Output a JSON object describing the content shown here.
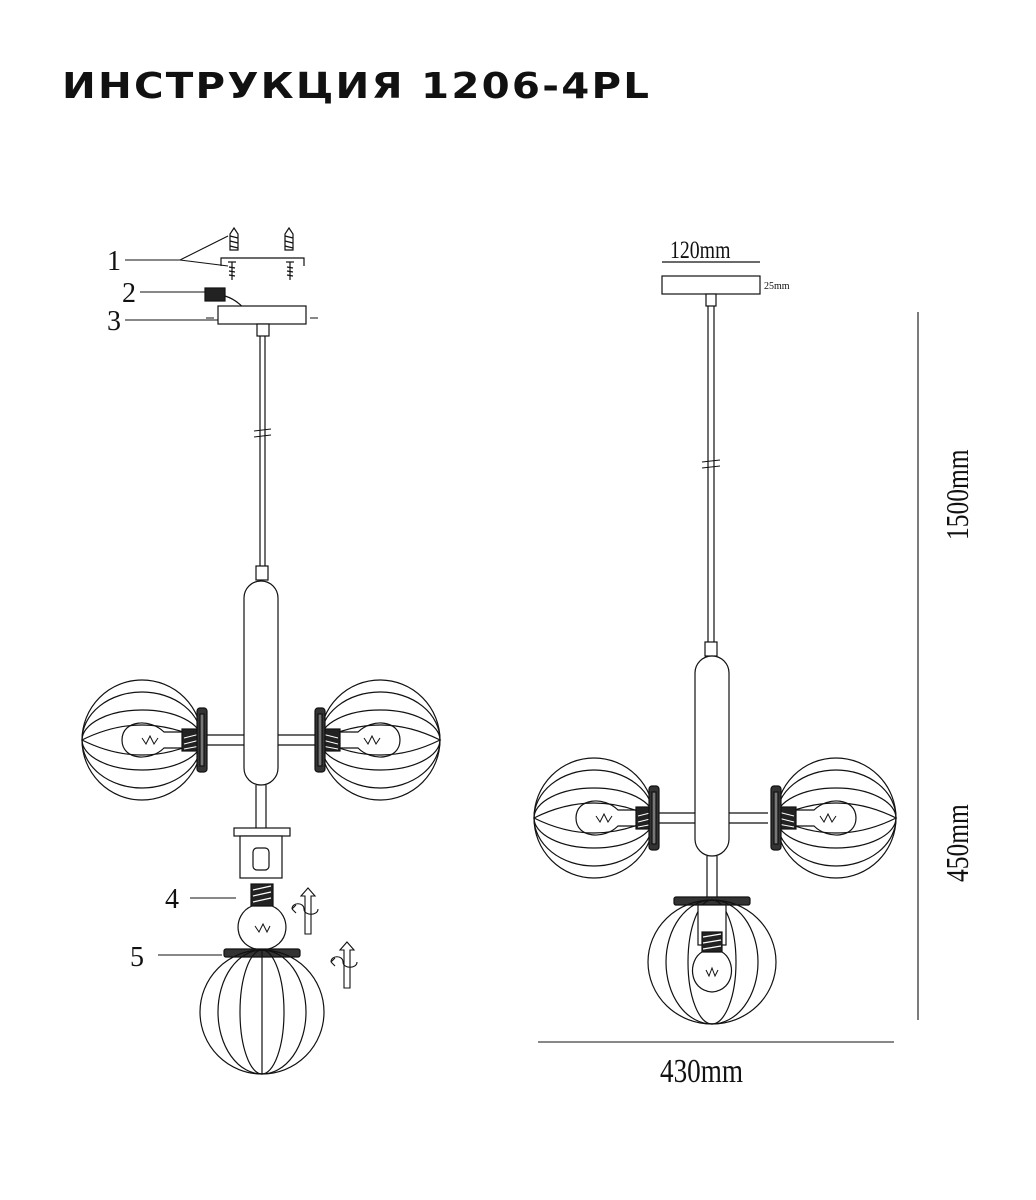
{
  "title": "ИНСТРУКЦИЯ 1206-4PL",
  "callouts": [
    "1",
    "2",
    "3",
    "4",
    "5"
  ],
  "dimensions": {
    "canopy_diameter": "120mm",
    "canopy_height": "25mm",
    "total_drop": "1500mm",
    "body_height": "450mm",
    "width": "430mm"
  },
  "colors": {
    "line": "#111111",
    "background": "#ffffff"
  }
}
